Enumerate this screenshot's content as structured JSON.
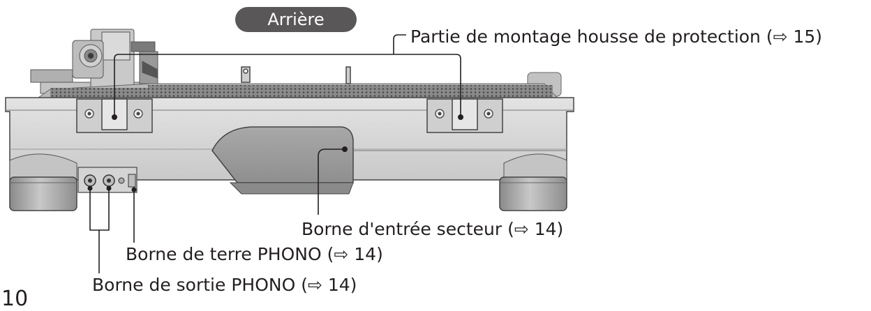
{
  "view_badge": "Arrière",
  "callouts": {
    "cover_mount": "Partie de montage housse de protection (⇨ 15)",
    "ac_inlet": "Borne d'entrée secteur (⇨ 14)",
    "phono_ground": "Borne de terre PHONO (⇨ 14)",
    "phono_output": "Borne de sortie PHONO (⇨ 14)"
  },
  "page_number": "10",
  "colors": {
    "body": "#d9d9d9",
    "body_dark": "#b5b5b5",
    "platter": "#9a9a9a",
    "line": "#231f20",
    "badge": "#595757"
  }
}
